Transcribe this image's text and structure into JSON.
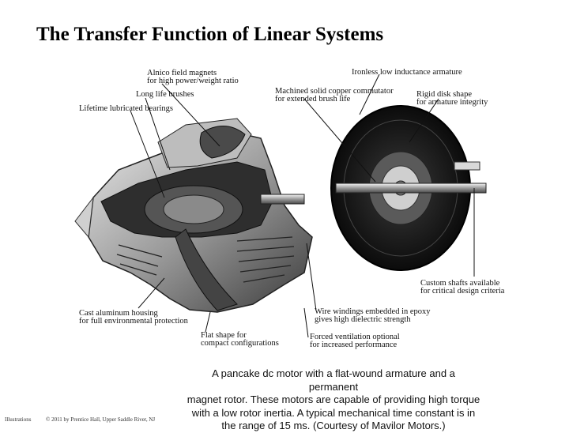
{
  "slide": {
    "title": "The Transfer Function of Linear Systems"
  },
  "labels": {
    "alnico_1": "Alnico field magnets",
    "alnico_2": "for high power/weight ratio",
    "brushes": "Long life brushes",
    "bearings": "Lifetime lubricated bearings",
    "armature": "Ironless low inductance armature",
    "commutator_1": "Machined solid copper commutator",
    "commutator_2": "for extended brush life",
    "disk_1": "Rigid disk shape",
    "disk_2": "for armature integrity",
    "shafts_1": "Custom shafts available",
    "shafts_2": "for critical design criteria",
    "housing_1": "Cast aluminum housing",
    "housing_2": "for full environmental protection",
    "windings_1": "Wire windings embedded in epoxy",
    "windings_2": "gives high dielectric strength",
    "flat_1": "Flat shape for",
    "flat_2": "compact configurations",
    "ventilation_1": "Forced ventilation optional",
    "ventilation_2": "for increased performance"
  },
  "caption": {
    "line1": "A pancake dc motor with a flat-wound armature and a permanent",
    "line2": "magnet rotor. These motors are capable of providing high torque",
    "line3": "with a low rotor inertia. A typical mechanical time constant is in",
    "line4": "the range of 15 ms. (Courtesy of Mavilor Motors.)"
  },
  "footer": {
    "left": "Illustrations",
    "copyright": "© 2011 by Prentice Hall, Upper Saddle River, NJ"
  }
}
